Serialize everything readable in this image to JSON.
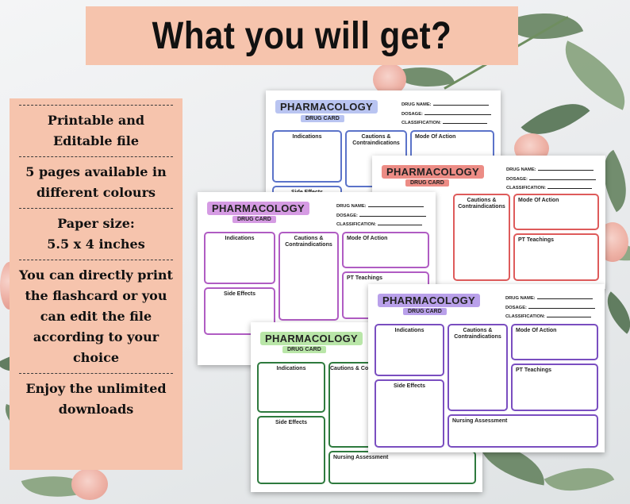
{
  "banner": {
    "title": "What you will get?"
  },
  "features": [
    {
      "line1": "Printable and",
      "line2": "Editable file"
    },
    {
      "line1": "5 pages available in",
      "line2": "different colours"
    },
    {
      "line1": "Paper size:",
      "line2": "5.5 x 4 inches"
    },
    {
      "line1": "You can directly print",
      "line2": "the flashcard or you",
      "line3": "can edit the file",
      "line4": "according to your",
      "line5": "choice"
    },
    {
      "line1": "Enjoy the unlimited",
      "line2": "downloads"
    }
  ],
  "card": {
    "title": "PHARMACOLOGY",
    "subtitle": "DRUG CARD",
    "drug_name": "DRUG NAME:",
    "dosage": "DOSAGE:",
    "classification": "CLASSIFICATION:",
    "indications": "Indications",
    "cautions": "Cautions & Contraindications",
    "cautions_cut": "Cautions & Contraindicati",
    "mode_of_action": "Mode Of Action",
    "side_effects": "Side Effects",
    "pt_teachings": "PT Teachings",
    "nursing_assessment": "Nursing Assessment"
  },
  "colors": {
    "blue": "#5b73c9",
    "blue_light": "#b9c4f1",
    "red": "#de5b5b",
    "red_light": "#ec8c85",
    "pink": "#b05cc3",
    "pink_light": "#d59be3",
    "green": "#2e7a3e",
    "green_light": "#b9e6a8",
    "purple": "#7a4ec0",
    "purple_light": "#b9a0ea",
    "panel": "#f6c4ad"
  }
}
